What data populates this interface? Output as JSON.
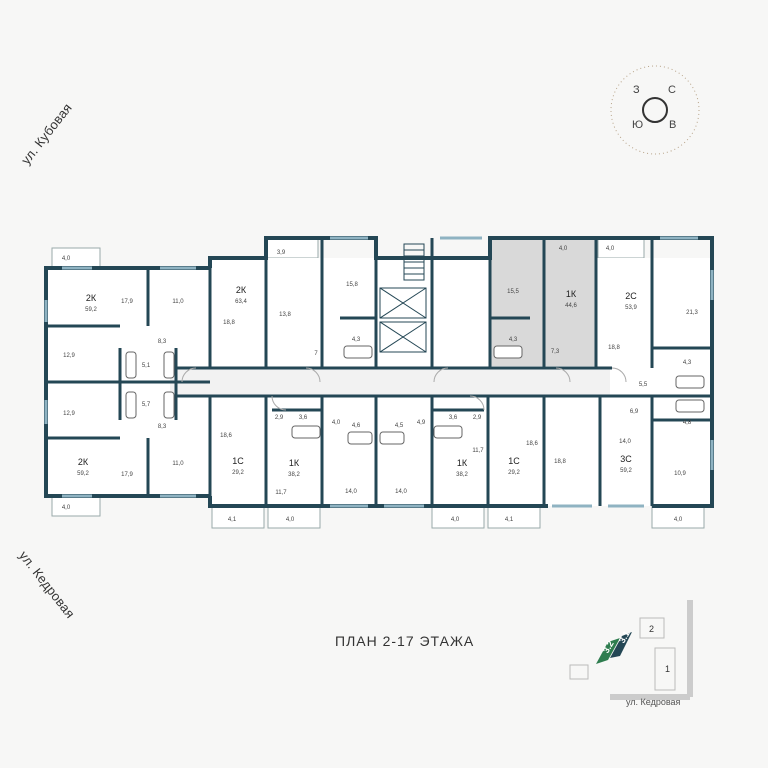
{
  "streets": {
    "top_left": "ул. Кубовая",
    "bottom_left": "ул. Кедровая"
  },
  "compass": {
    "west": "З",
    "north": "С",
    "south": "Ю",
    "east": "В"
  },
  "plan_title": "ПЛАН 2-17 ЭТАЖА",
  "site_map": {
    "street": "ул. Кедровая",
    "buildings": [
      "3.2",
      "3.1",
      "2",
      "1"
    ]
  },
  "colors": {
    "wall": "#244755",
    "highlight": "#d9d9d9",
    "floor": "#ffffff",
    "background": "#f7f7f6",
    "site_highlight": "#2e7d4f"
  },
  "apartments": [
    {
      "type": "2К",
      "area": "59,2"
    },
    {
      "type": "2К",
      "area": "63,4"
    },
    {
      "type": "1К",
      "area": "44,6"
    },
    {
      "type": "2С",
      "area": "53,9"
    },
    {
      "type": "2К",
      "area": "59,2"
    },
    {
      "type": "1С",
      "area": "29,2"
    },
    {
      "type": "1К",
      "area": "38,2"
    },
    {
      "type": "1К",
      "area": "38,2"
    },
    {
      "type": "1С",
      "area": "29,2"
    },
    {
      "type": "3С",
      "area": "59,2"
    }
  ],
  "room_areas": [
    "4,0",
    "17,9",
    "11,0",
    "12,9",
    "5,1",
    "8,3",
    "5,7",
    "12,9",
    "8,3",
    "17,9",
    "11,0",
    "4,0",
    "3,9",
    "15,8",
    "18,8",
    "13,8",
    "7",
    "4,3",
    "15,5",
    "4,3",
    "7,3",
    "4,0",
    "4,0",
    "18,8",
    "21,3",
    "4,3",
    "5,5",
    "6,9",
    "4,8",
    "14,0",
    "10,9",
    "4,0",
    "18,6",
    "4,1",
    "2,9",
    "3,6",
    "4,6",
    "4,0",
    "11,7",
    "14,0",
    "4,0",
    "4,5",
    "4,9",
    "3,6",
    "2,9",
    "14,0",
    "11,7",
    "4,0",
    "18,6",
    "4,1",
    "18,8"
  ]
}
